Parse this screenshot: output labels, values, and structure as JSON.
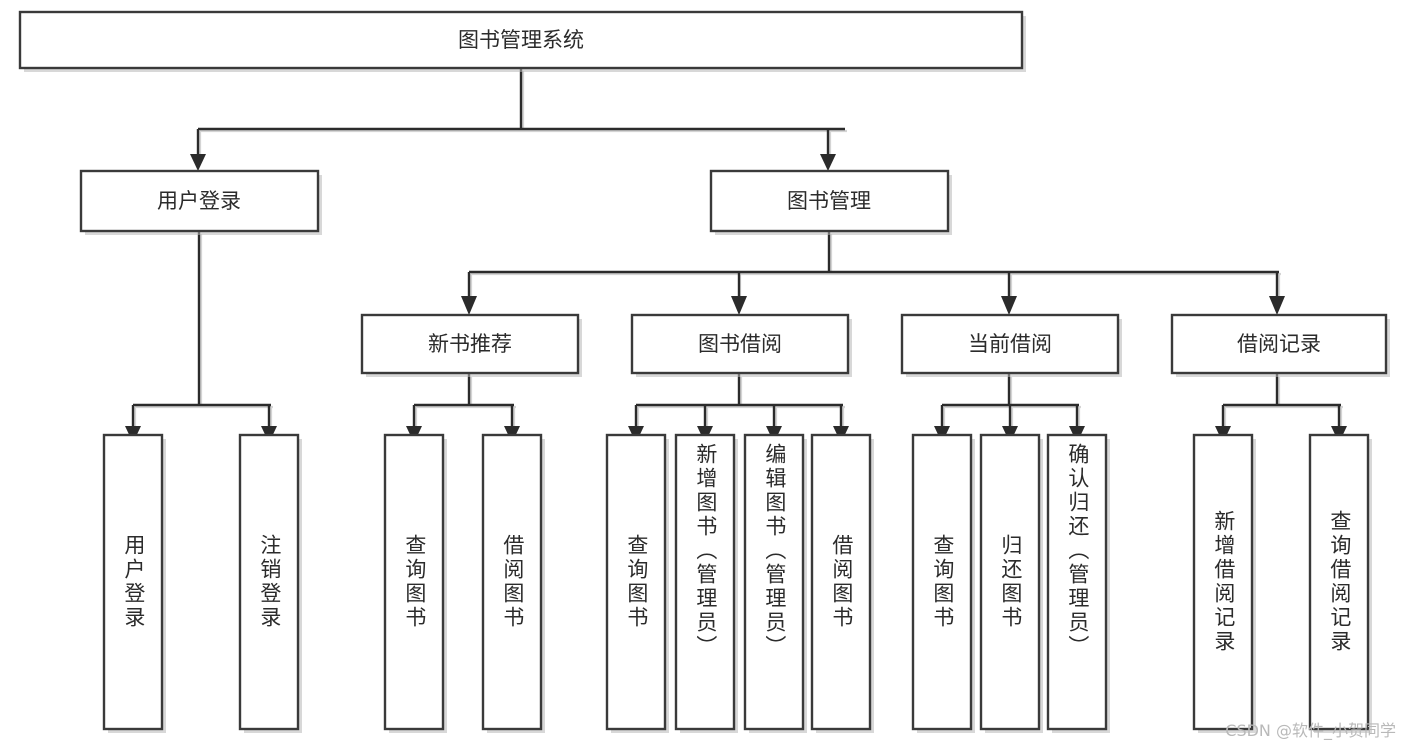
{
  "diagram": {
    "type": "tree-hierarchy",
    "title": "图书管理系统",
    "orientation": "top-down",
    "colors": {
      "box_border": "#3a3a3a",
      "box_fill": "#ffffff",
      "edge": "#2b2b2b",
      "text": "#2b2b2b",
      "background": "#ffffff",
      "watermark": "#b9b9b9"
    },
    "levels": {
      "root": {
        "label": "图书管理系统"
      },
      "level2": [
        {
          "id": "user-login",
          "label": "用户登录"
        },
        {
          "id": "book-manage",
          "label": "图书管理"
        }
      ],
      "level3": [
        {
          "id": "new-book-recommend",
          "label": "新书推荐",
          "parent": "book-manage"
        },
        {
          "id": "book-borrow",
          "label": "图书借阅",
          "parent": "book-manage"
        },
        {
          "id": "current-borrow",
          "label": "当前借阅",
          "parent": "book-manage"
        },
        {
          "id": "borrow-record",
          "label": "借阅记录",
          "parent": "book-manage"
        }
      ],
      "leaves": {
        "user-login": [
          {
            "id": "leaf-user-login",
            "label": "用户登录"
          },
          {
            "id": "leaf-user-logout",
            "label": "注销登录"
          }
        ],
        "new-book-recommend": [
          {
            "id": "leaf-query-book-1",
            "label": "查询图书"
          },
          {
            "id": "leaf-borrow-book-1",
            "label": "借阅图书"
          }
        ],
        "book-borrow": [
          {
            "id": "leaf-query-book-2",
            "label": "查询图书"
          },
          {
            "id": "leaf-add-book",
            "label": "新增图书（管理员）"
          },
          {
            "id": "leaf-edit-book",
            "label": "编辑图书（管理员）"
          },
          {
            "id": "leaf-borrow-book-2",
            "label": "借阅图书"
          }
        ],
        "current-borrow": [
          {
            "id": "leaf-query-book-3",
            "label": "查询图书"
          },
          {
            "id": "leaf-return-book",
            "label": "归还图书"
          },
          {
            "id": "leaf-confirm-return",
            "label": "确认归还（管理员）"
          }
        ],
        "borrow-record": [
          {
            "id": "leaf-add-record",
            "label": "新增借阅记录"
          },
          {
            "id": "leaf-query-record",
            "label": "查询借阅记录"
          }
        ]
      }
    }
  },
  "watermark": {
    "text": "CSDN @软件_小贺同学"
  }
}
